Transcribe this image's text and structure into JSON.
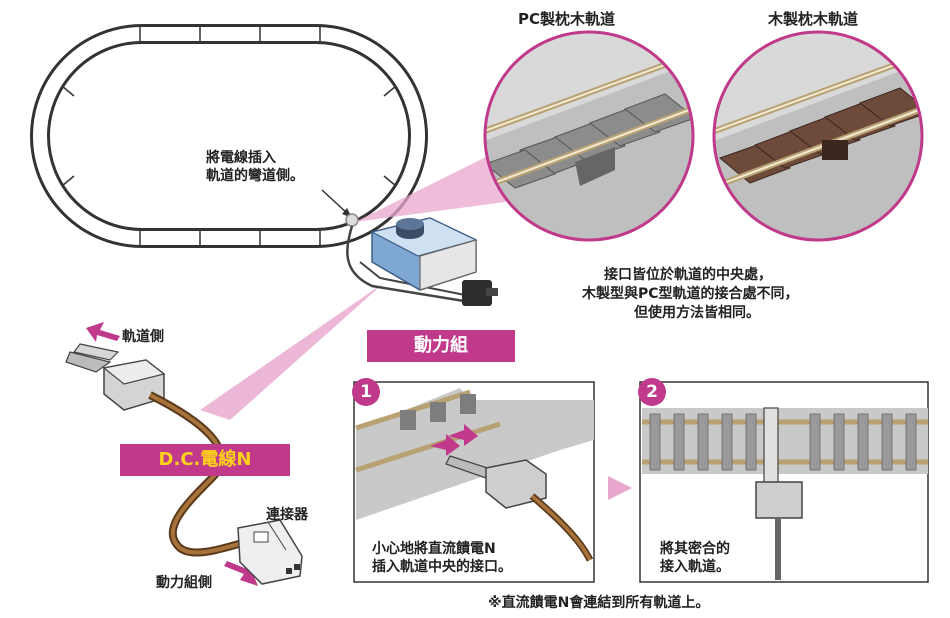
{
  "labels": {
    "pc_tie_track": "PC製枕木軌道",
    "wood_tie_track": "木製枕木軌道",
    "insert_note_line1": "將電線插入",
    "insert_note_line2": "軌道的彎道側。",
    "center_note_line1": "接口皆位於軌道的中央處，",
    "center_note_line2": "木製型與PC型軌道的接合處不同，",
    "center_note_line3": "但使用方法皆相同。",
    "power_unit": "動力組",
    "track_side": "軌道側",
    "dc_cable": "D.C.電線N",
    "connector": "連接器",
    "power_side": "動力組側",
    "step1_text_line1": "小心地將直流饋電N",
    "step1_text_line2": "插入軌道中央的接口。",
    "step2_text_line1": "將其密合的",
    "step2_text_line2": "接入軌道。",
    "footnote": "※直流饋電N會連結到所有軌道上。"
  },
  "steps": {
    "step1_number": "1",
    "step2_number": "2"
  },
  "colors": {
    "accent": "#c0398a",
    "highlight_yellow": "#ffd21a",
    "cable_brown": "#8a5a2b",
    "wood_tie": "#6e4a3a",
    "pc_tie": "#9a9a9a",
    "power_unit_blue": "#7ea7d4"
  }
}
